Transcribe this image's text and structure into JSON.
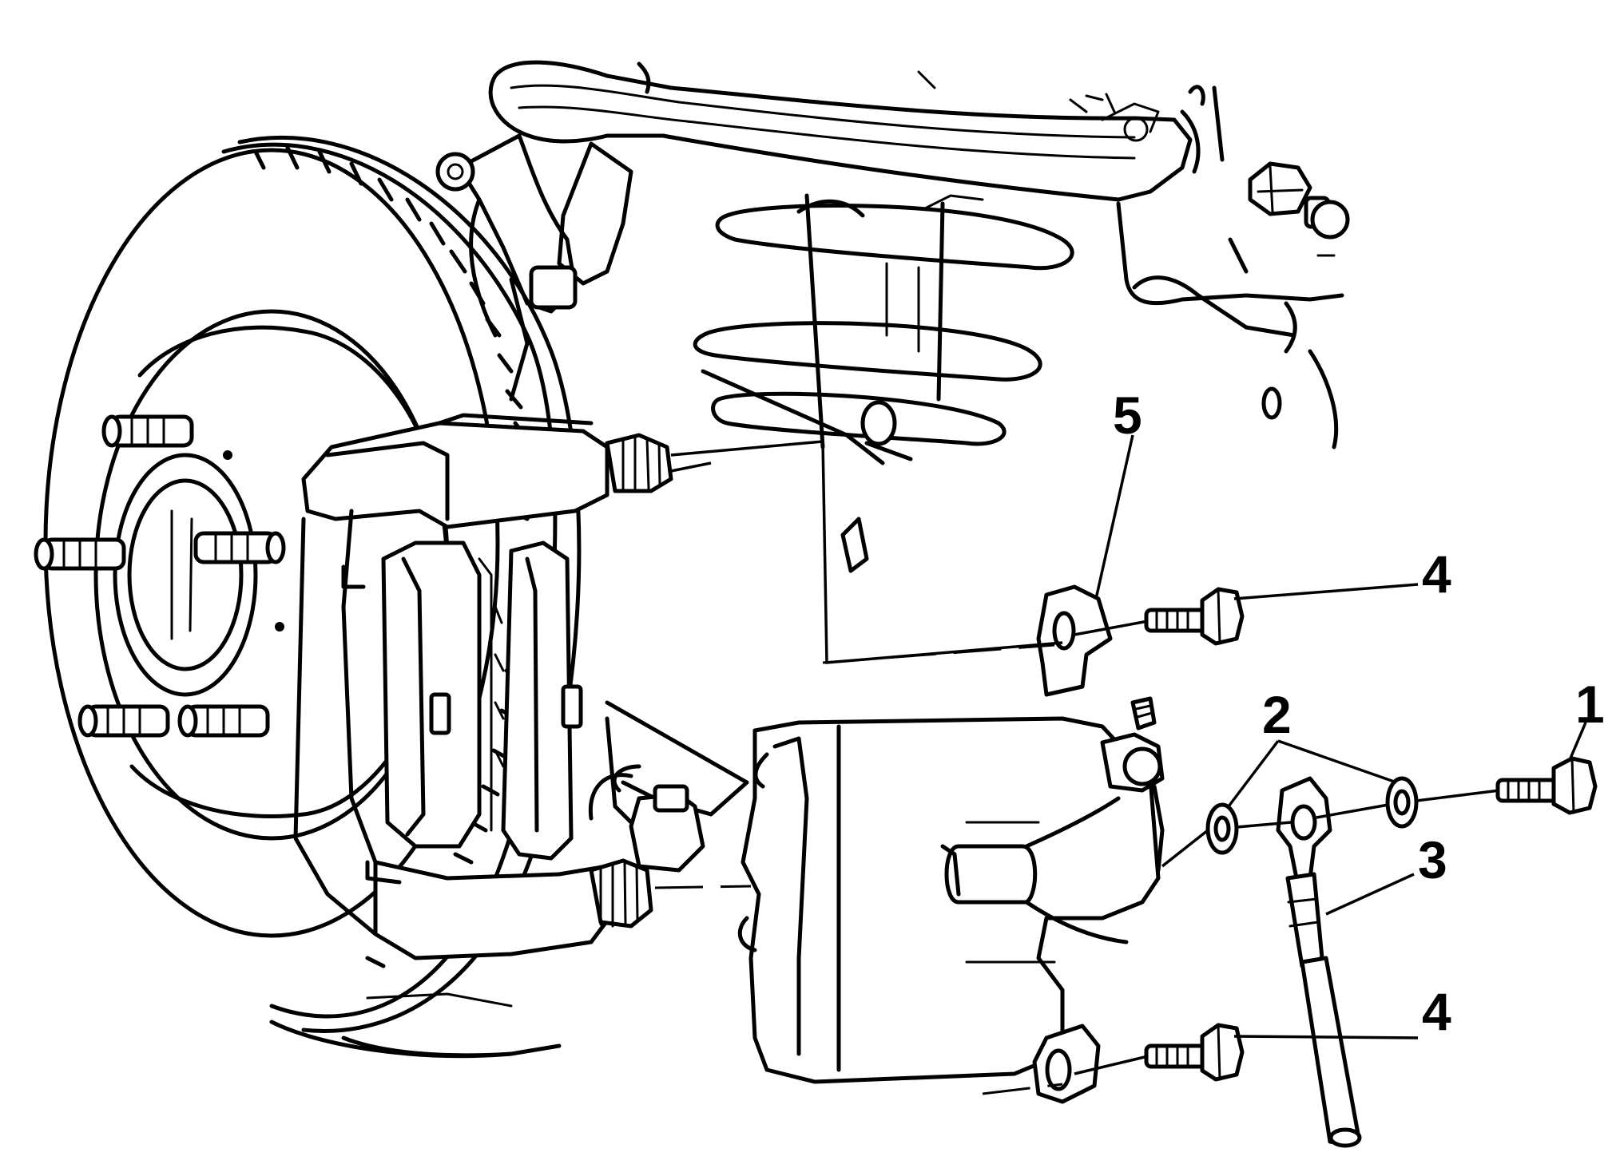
{
  "callouts": [
    {
      "id": "1",
      "label": "1"
    },
    {
      "id": "2",
      "label": "2"
    },
    {
      "id": "3",
      "label": "3"
    },
    {
      "id": "4a",
      "label": "4"
    },
    {
      "id": "4b",
      "label": "4"
    },
    {
      "id": "5",
      "label": "5"
    }
  ]
}
